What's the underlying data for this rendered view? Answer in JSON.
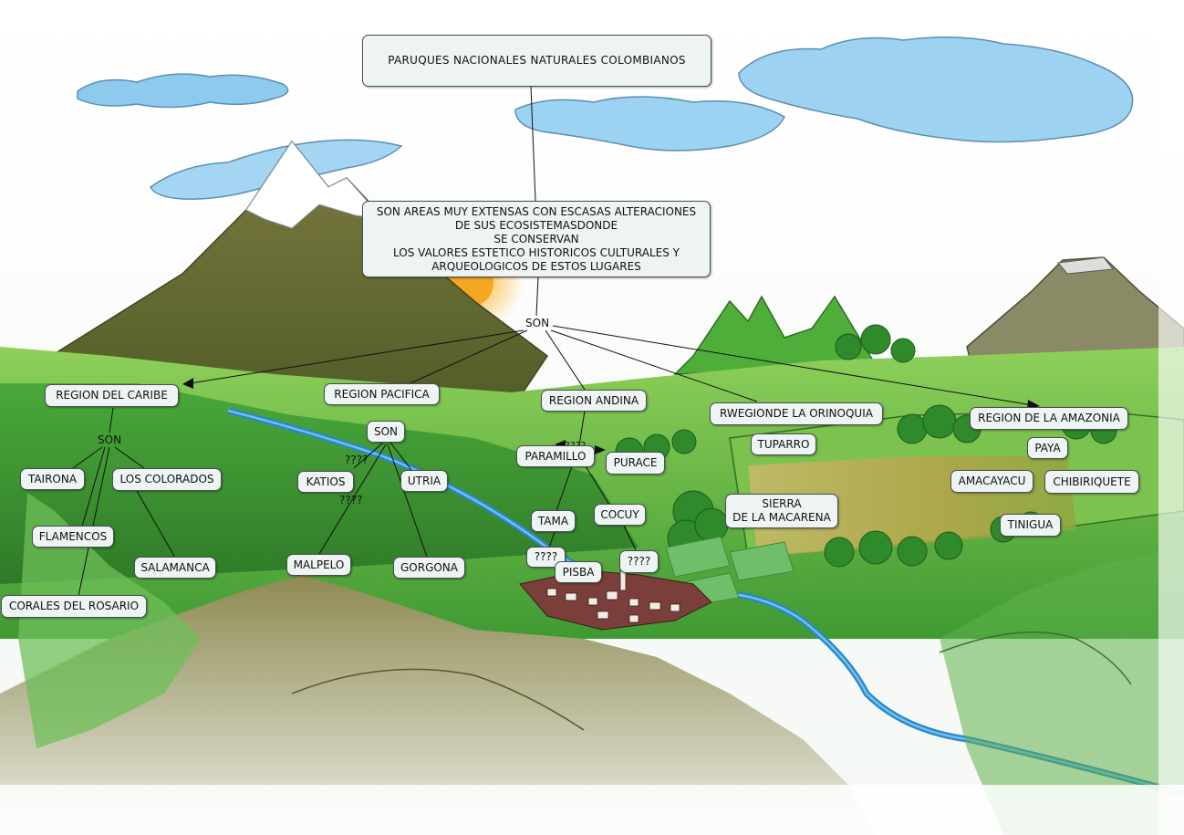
{
  "title": "PARUQUES  NACIONALES  NATURALES  COLOMBIANOS",
  "definition": "SON AREAS MUY EXTENSAS CON ESCASAS ALTERACIONES\nDE SUS ECOSISTEMASDONDE\nSE CONSERVAN\nLOS VALORES ESTETICO HISTORICOS CULTURALES Y\nARQUEOLOGICOS DE ESTOS LUGARES",
  "connector_main": "SON",
  "regions": {
    "caribe": {
      "label": "REGION DEL CARIBE",
      "connector": "SON",
      "parks": [
        "TAIRONA",
        "LOS COLORADOS",
        "FLAMENCOS",
        "SALAMANCA",
        "CORALES DEL ROSARIO"
      ]
    },
    "pacifica": {
      "label": "REGION PACIFICA",
      "connector": "SON",
      "parks": [
        "KATIOS",
        "UTRIA",
        "MALPELO",
        "GORGONA"
      ],
      "unknown_links": [
        "????",
        "????"
      ]
    },
    "andina": {
      "label": "REGION ANDINA",
      "parks": [
        "PARAMILLO",
        "PURACE",
        "TAMA",
        "COCUY",
        "????",
        "PISBA",
        "????"
      ],
      "unknown_links": [
        "????"
      ]
    },
    "orinoquia": {
      "label": "RWEGIONDE LA ORINOQUIA",
      "parks": [
        "TUPARRO",
        "SIERRA\nDE LA MACARENA"
      ]
    },
    "amazonia": {
      "label": "REGION DE LA AMAZONIA",
      "parks": [
        "PAYA",
        "AMACAYACU",
        "CHIBIRIQUETE",
        "TINIGUA"
      ]
    }
  }
}
